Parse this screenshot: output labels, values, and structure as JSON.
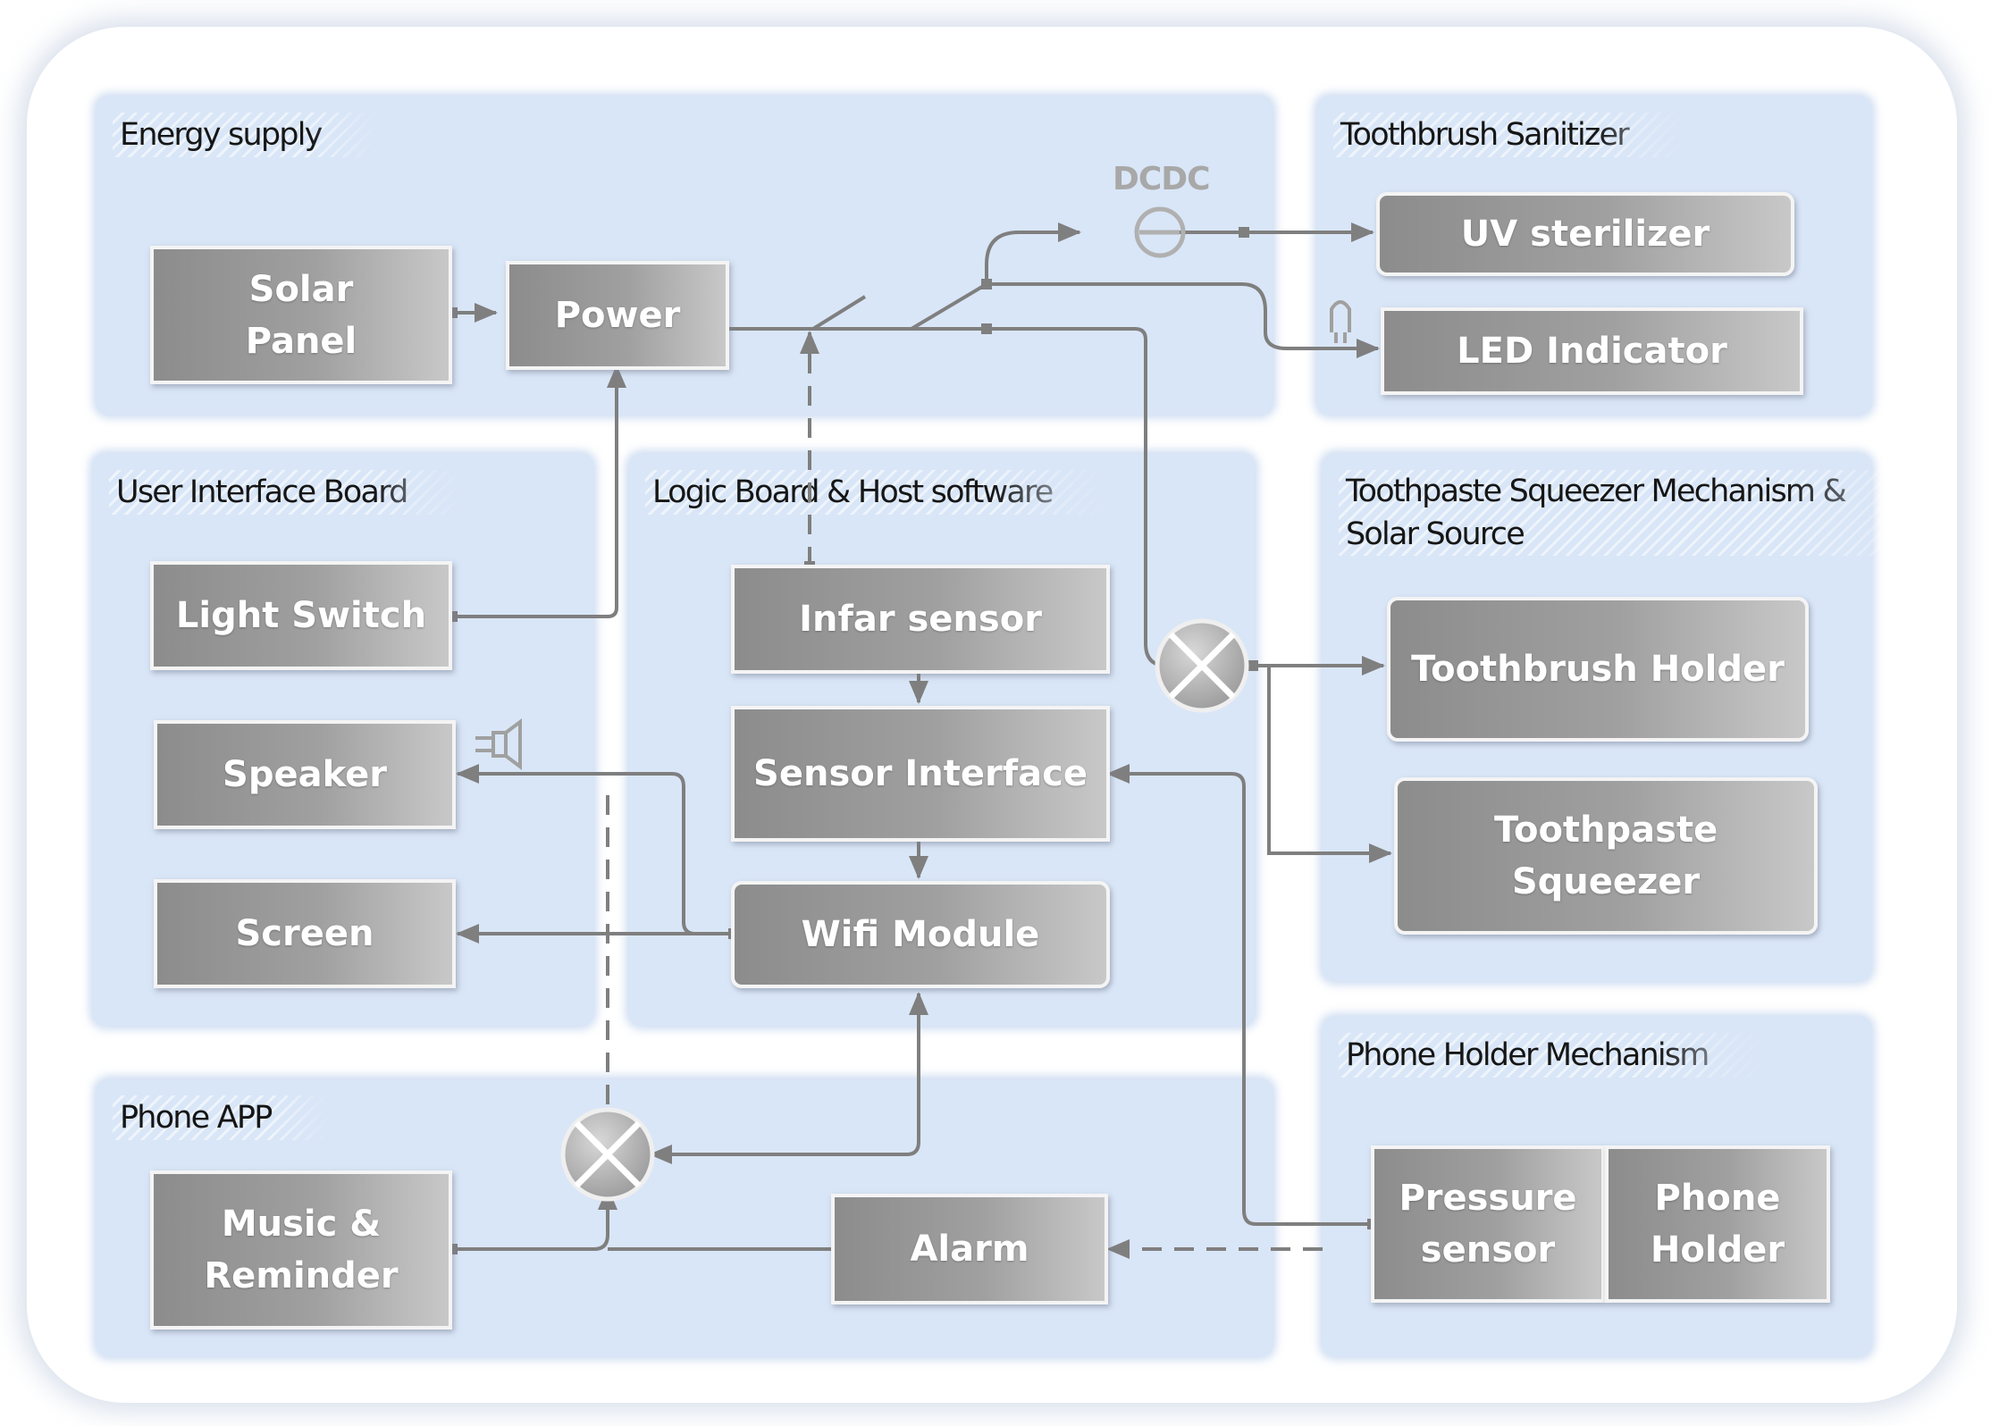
{
  "regions": {
    "energy_supply": "Energy supply",
    "toothbrush_sanitizer": "Toothbrush Sanitizer",
    "user_interface_board": "User Interface Board",
    "logic_board": "Logic Board & Host software",
    "toothpaste_squeezer": "Toothpaste Squeezer Mechanism & Solar Source",
    "phone_holder_mechanism": "Phone Holder Mechanism",
    "phone_app": "Phone APP"
  },
  "blocks": {
    "solar_panel": "Solar Panel",
    "power": "Power",
    "uv_sterilizer": "UV sterilizer",
    "led_indicator": "LED Indicator",
    "light_switch": "Light Switch",
    "speaker": "Speaker",
    "screen": "Screen",
    "infar_sensor": "Infar sensor",
    "sensor_interface": "Sensor Interface",
    "wifi_module": "Wifi Module",
    "toothbrush_holder": "Toothbrush Holder",
    "toothpaste_squeezer": "Toothpaste Squeezer",
    "pressure_sensor": "Pressure sensor",
    "phone_holder": "Phone Holder",
    "music_reminder": "Music & Reminder",
    "alarm": "Alarm"
  },
  "labels": {
    "dcdc": "DCDC"
  },
  "colors": {
    "region_fill": "#d9e6f7",
    "block_fill": "#9a9a9a",
    "wire": "#7f7f7f"
  },
  "icons": [
    "dcdc-converter-icon",
    "led-icon",
    "speaker-icon",
    "summing-junction-icon"
  ]
}
